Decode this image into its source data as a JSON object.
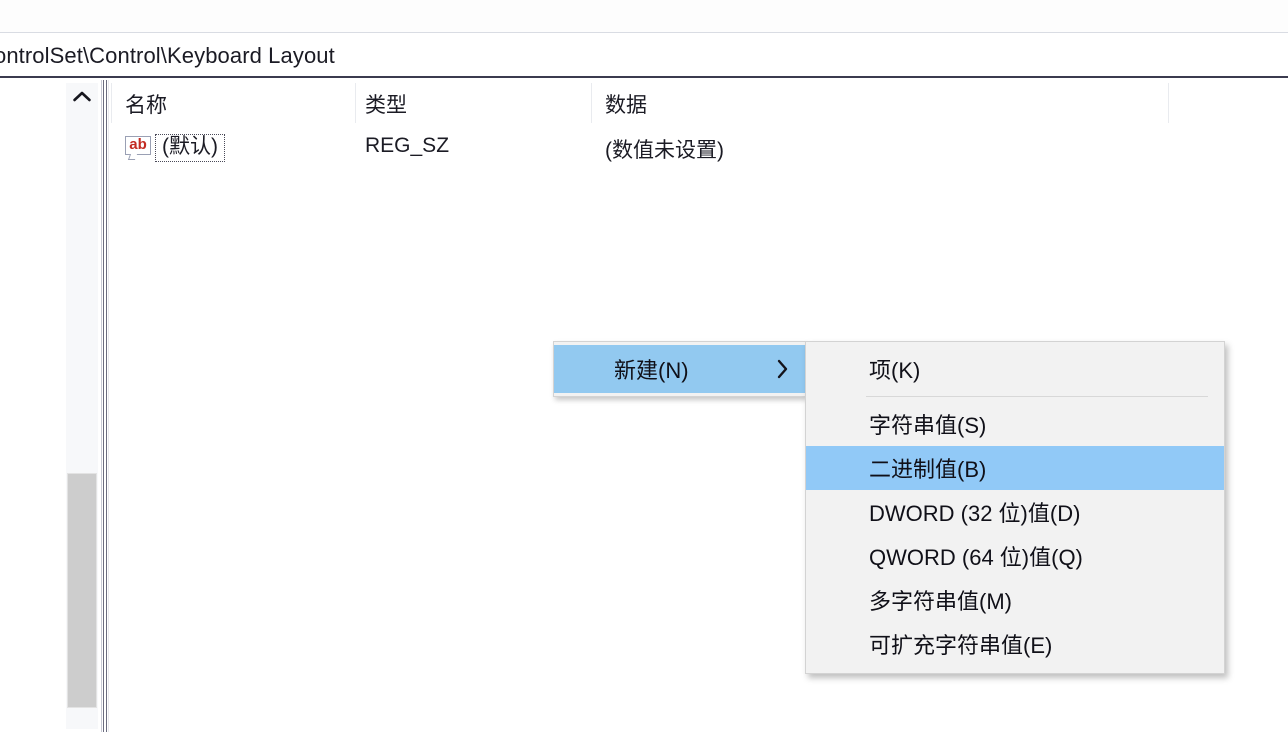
{
  "window": {
    "address_path": "ontrolSet\\Control\\Keyboard Layout"
  },
  "list_pane": {
    "columns": [
      {
        "key": "name",
        "label": "名称"
      },
      {
        "key": "type",
        "label": "类型"
      },
      {
        "key": "data",
        "label": "数据"
      }
    ],
    "rows": [
      {
        "icon": "string-value-ab-icon",
        "icon_text": "ab",
        "name": "(默认)",
        "type": "REG_SZ",
        "data": "(数值未设置)"
      }
    ]
  },
  "scrollbar": {
    "up_arrow_icon": "chevron-up-icon"
  },
  "context_menu": {
    "items": [
      {
        "label": "新建(N)",
        "selected": true,
        "has_submenu": true,
        "submenu_icon": "chevron-right-icon"
      }
    ]
  },
  "submenu": {
    "items": [
      {
        "label": "项(K)",
        "selected": false,
        "separator_after": true
      },
      {
        "label": "字符串值(S)",
        "selected": false,
        "separator_after": false
      },
      {
        "label": "二进制值(B)",
        "selected": true,
        "separator_after": false
      },
      {
        "label": "DWORD (32 位)值(D)",
        "selected": false,
        "separator_after": false
      },
      {
        "label": "QWORD (64 位)值(Q)",
        "selected": false,
        "separator_after": false
      },
      {
        "label": "多字符串值(M)",
        "selected": false,
        "separator_after": false
      },
      {
        "label": "可扩充字符串值(E)",
        "selected": false,
        "separator_after": false
      }
    ]
  },
  "colors": {
    "menu_highlight": "#91c9f7",
    "parent_menu_highlight": "#92c9f0",
    "menu_background": "#f2f2f2",
    "icon_red": "#c32b22",
    "scroll_thumb": "#cdcdcd"
  }
}
